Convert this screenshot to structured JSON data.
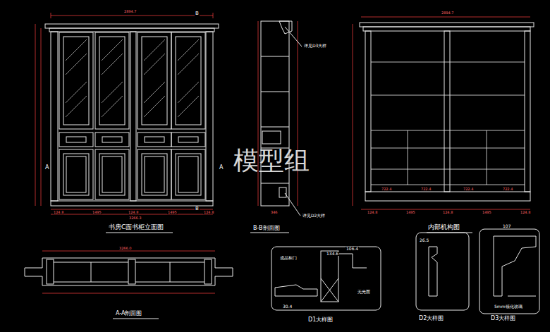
{
  "diagram": {
    "labels": [
      "书房C面书柜立面图",
      "B-B剖面图",
      "内部机构图",
      "A-A剖面图",
      "D1大样图",
      "D2大样图",
      "D3大样图",
      "模型组",
      "详见D3大样",
      "详见D2大样",
      "成品柜门",
      "无光面",
      "5mm镜化玻璃",
      "A",
      "A",
      "B",
      "B",
      "2894.7",
      "124.8",
      "1495",
      "124.8",
      "1495",
      "124.8",
      "3266.3",
      "124.8",
      "1495",
      "124.8",
      "1495",
      "124.8",
      "722.4",
      "722.4",
      "722.4",
      "722.4",
      "2894.7",
      "346",
      "3266.0",
      "134.6",
      "106.4",
      "30.4",
      "26.5",
      "107"
    ]
  }
}
